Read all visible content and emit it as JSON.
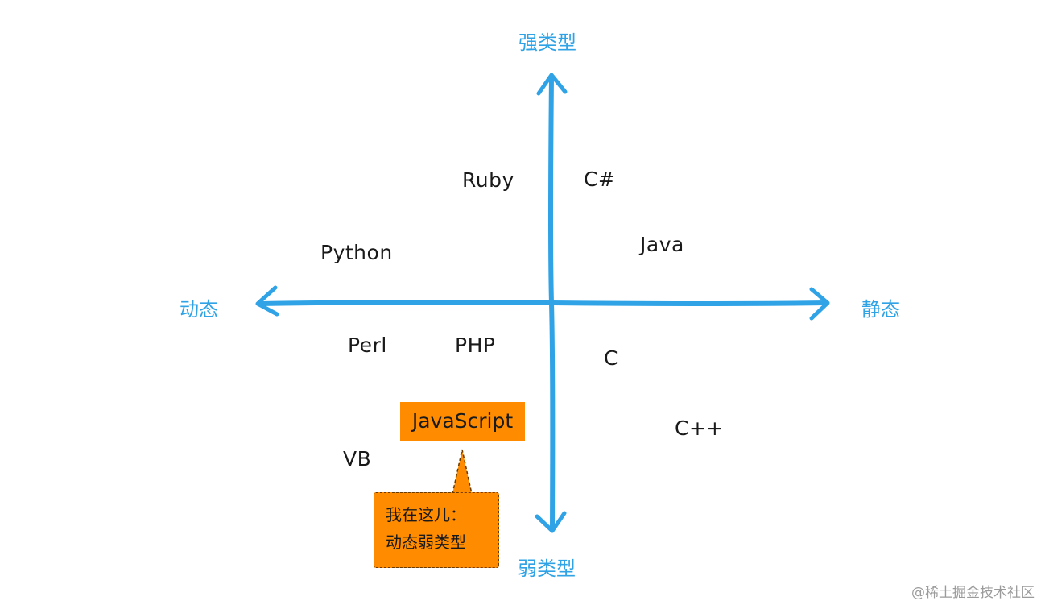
{
  "axes": {
    "top": "强类型",
    "bottom": "弱类型",
    "left": "动态",
    "right": "静态"
  },
  "languages": {
    "ruby": "Ruby",
    "csharp": "C#",
    "python": "Python",
    "java": "Java",
    "perl": "Perl",
    "php": "PHP",
    "c": "C",
    "javascript": "JavaScript",
    "cpp": "C++",
    "vb": "VB"
  },
  "callout": {
    "line1": "我在这儿：",
    "line2": "动态弱类型"
  },
  "watermark": "@稀土掘金技术社区",
  "colors": {
    "axis": "#2fa3e6",
    "highlight": "#ff8c00",
    "text": "#1a1a1a"
  }
}
